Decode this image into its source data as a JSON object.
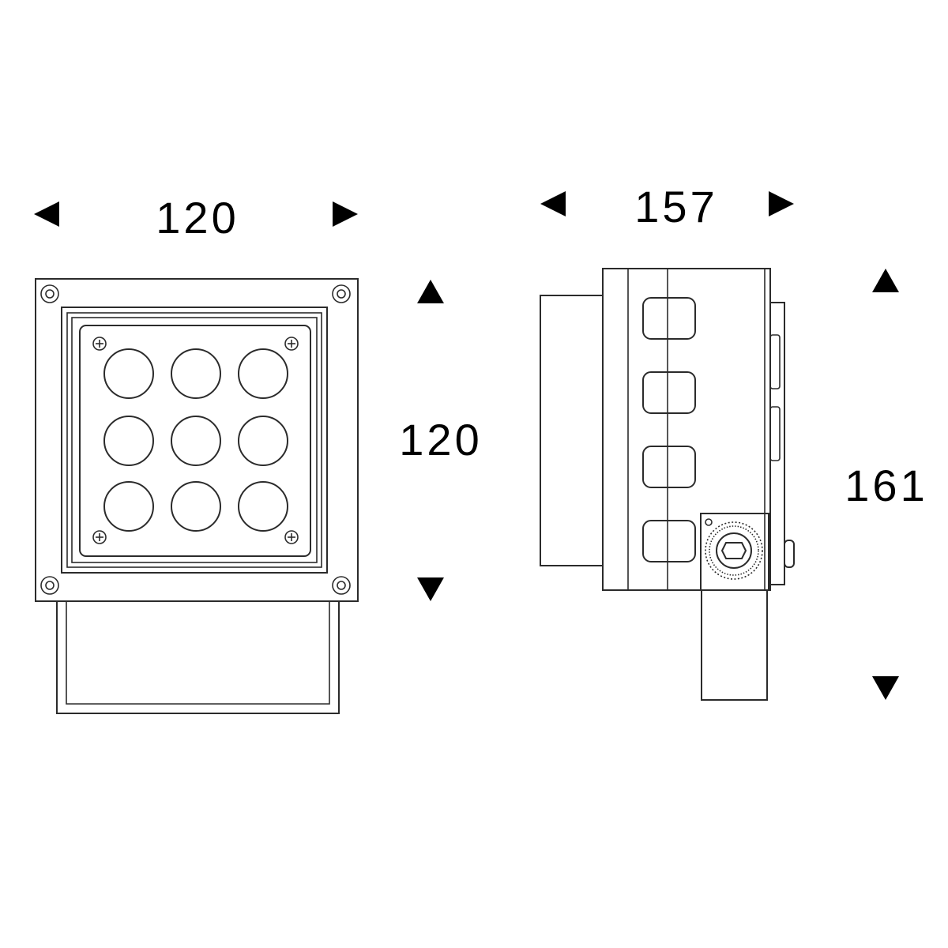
{
  "dimensions": {
    "front_width": "120",
    "front_height": "120",
    "side_depth": "157",
    "side_height": "161"
  },
  "colors": {
    "line": "#2b2b2b",
    "text": "#000000",
    "background": "#ffffff"
  },
  "front_view": {
    "led_rows": 3,
    "led_cols": 3
  },
  "side_view": {
    "fin_count": 4
  }
}
